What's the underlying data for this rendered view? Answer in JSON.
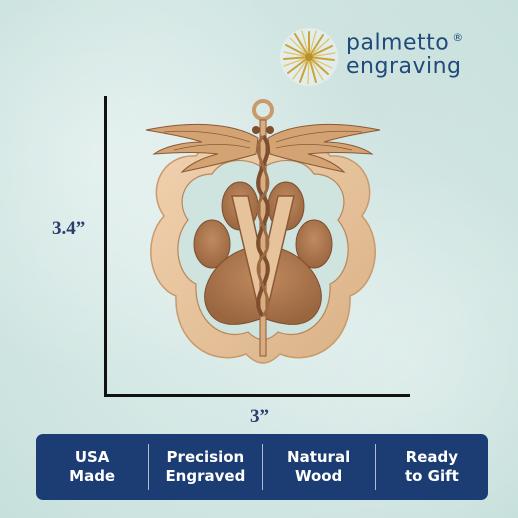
{
  "brand": {
    "line1": "palmetto",
    "reg": "®",
    "line2": "engraving",
    "text_color": "#1f4a7a",
    "mark_color": "#c9a43c",
    "mark_icon": "palmetto-tree-icon"
  },
  "dimensions": {
    "height_label": "3.4”",
    "width_label": "3”"
  },
  "product": {
    "icon": "veterinary-caduceus-paw-ornament",
    "wood_color": "#e9c9a4",
    "engraved_color": "#b07a52"
  },
  "features": [
    {
      "label": "USA\nMade"
    },
    {
      "label": "Precision\nEngraved"
    },
    {
      "label": "Natural\nWood"
    },
    {
      "label": "Ready\nto Gift"
    }
  ],
  "colors": {
    "banner_bg": "#1c3d73",
    "dimension_text": "#2b3d6b",
    "background": "#d6e9e6"
  }
}
